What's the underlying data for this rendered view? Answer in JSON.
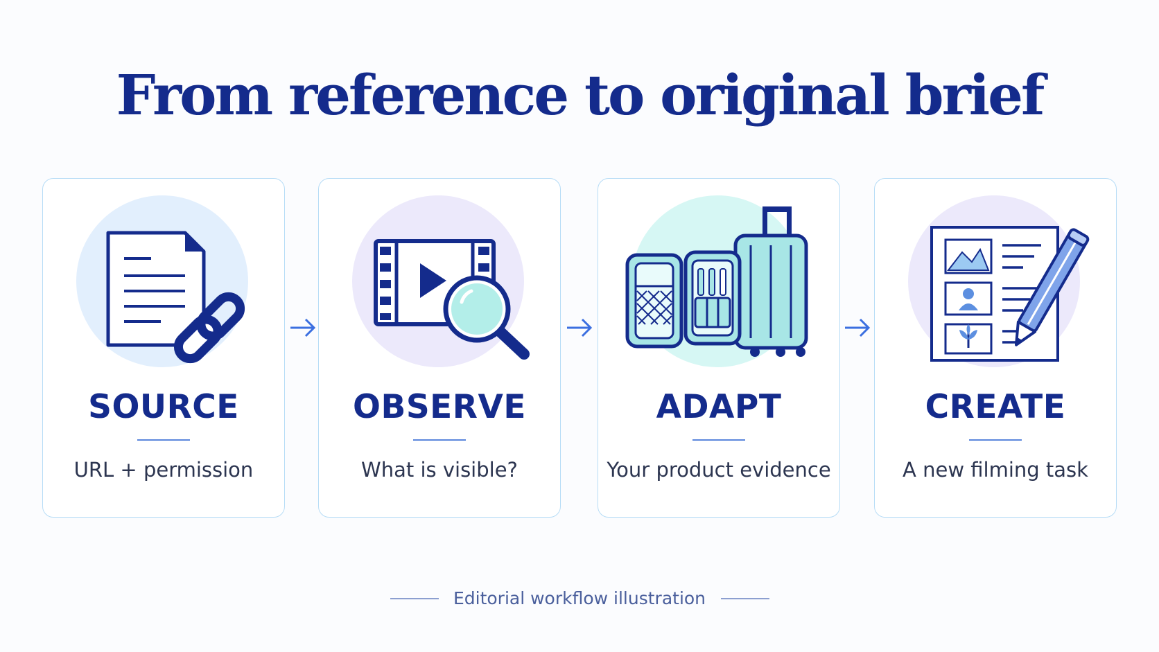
{
  "title": "From reference to original brief",
  "steps": [
    {
      "title": "SOURCE",
      "subtitle": "URL + permission",
      "icon": "document-link-icon"
    },
    {
      "title": "OBSERVE",
      "subtitle": "What is visible?",
      "icon": "video-magnifier-icon"
    },
    {
      "title": "ADAPT",
      "subtitle": "Your product evidence",
      "icon": "luggage-icon"
    },
    {
      "title": "CREATE",
      "subtitle": "A new filming task",
      "icon": "brief-pencil-icon"
    }
  ],
  "footer": "Editorial workflow illustration",
  "colors": {
    "navy": "#142b8c",
    "card_border": "#b6dcf6",
    "circle_blue": "#e2effd",
    "circle_lavender": "#ece9fb",
    "circle_mint": "#d6f7f4",
    "accent_blue": "#3b6fe0",
    "mint": "#a8e6e6"
  }
}
